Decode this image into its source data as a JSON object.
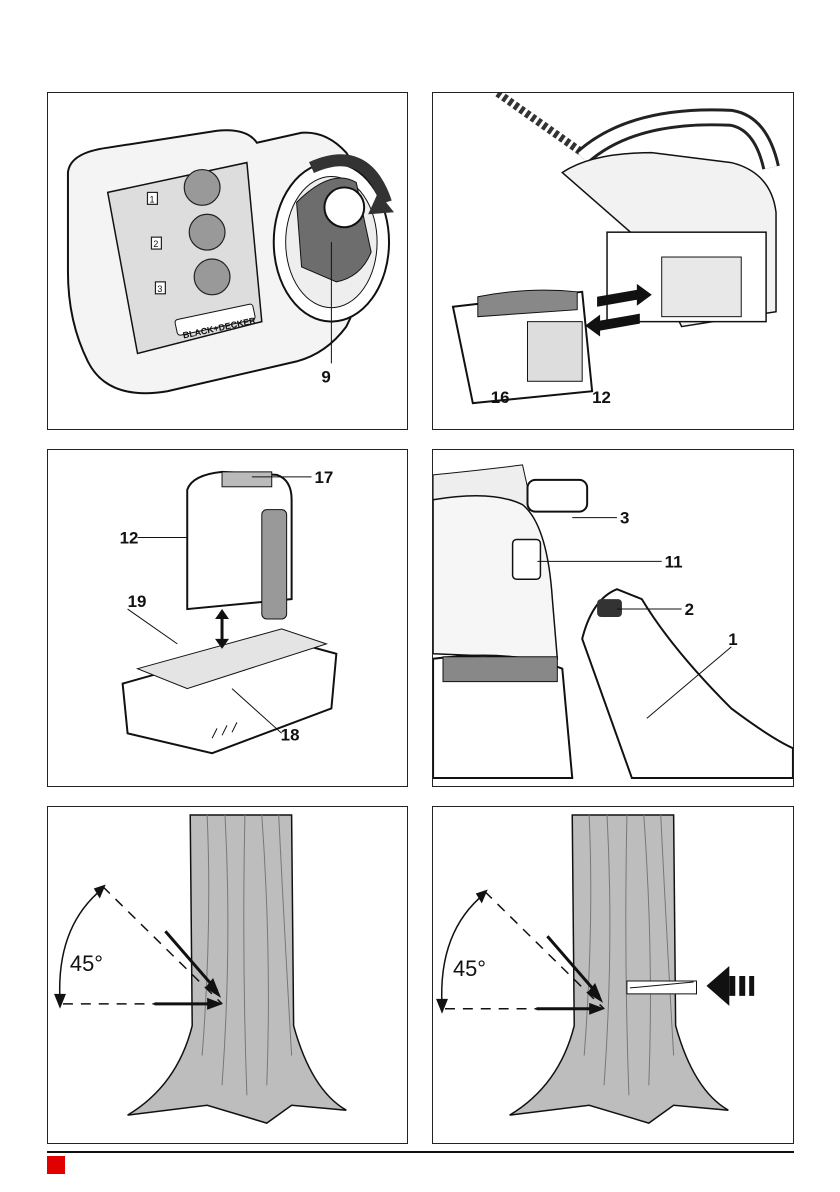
{
  "figures": {
    "fig1": {
      "callouts": [
        "9"
      ],
      "logo_text": "BLACK+DECKER",
      "step_numbers": [
        "1",
        "2",
        "3"
      ]
    },
    "fig2": {
      "callouts": [
        "16",
        "12"
      ]
    },
    "fig3": {
      "callouts": [
        "17",
        "12",
        "19",
        "18"
      ]
    },
    "fig4": {
      "callouts": [
        "3",
        "11",
        "2",
        "1"
      ]
    },
    "fig5": {
      "angle": "45°"
    },
    "fig6": {
      "angle": "45°"
    }
  },
  "colors": {
    "accent_marker": "#e10000",
    "bark": "#bdbdbd",
    "line": "#111111"
  }
}
